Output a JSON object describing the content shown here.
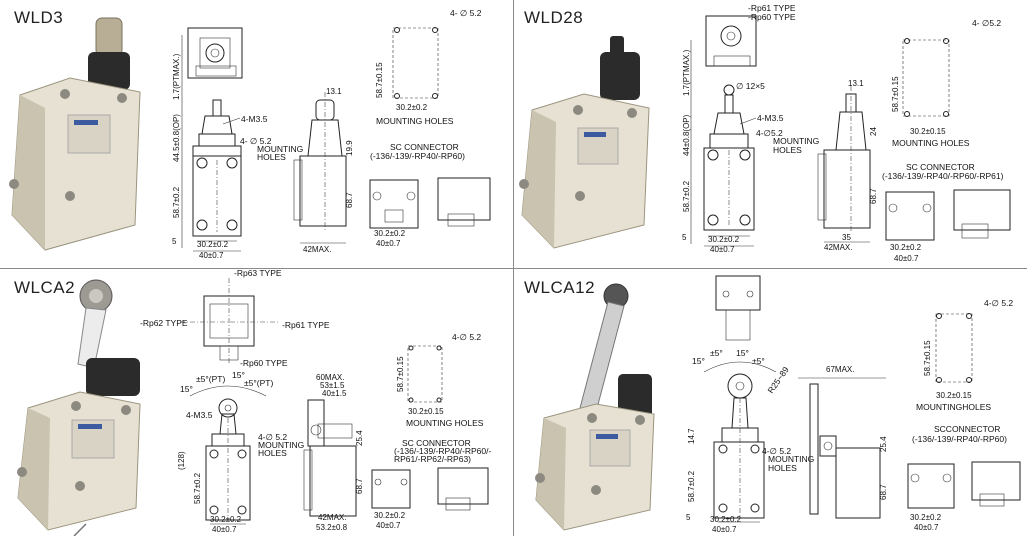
{
  "quadrants": {
    "wld3": {
      "title": "WLD3",
      "mounting_holes": "MOUNTING HOLES",
      "screw_note": "4-M3.5",
      "hole_note_1": "4- ∅ 5.2",
      "hole_note_2": "MOUNTING",
      "hole_note_3": "HOLES",
      "connector_1": "SC CONNECTOR",
      "connector_2": "(-136/-139/-RP40/-RP60)",
      "dims": {
        "pt": "1.7(PTMAX.)",
        "op": "44.5±0.8(OP)",
        "body_h": "58.7±0.2",
        "five": "5",
        "w30": "30.2±0.2",
        "w40": "40±0.7",
        "d42": "42MAX.",
        "d131": "13.1",
        "h199": "19.9",
        "h687": "68.7",
        "mh_hole": "4- ∅ 5.2",
        "mh_h": "58.7±0.15",
        "mh_w": "30.2±0.2",
        "sc_w30": "30.2±0.2",
        "sc_w40": "40±0.7"
      }
    },
    "wld28": {
      "title": "WLD28",
      "type_1": "-Rp61 TYPE",
      "type_2": "-Rp60 TYPE",
      "roller": "∅ 12×5",
      "screw_note": "4-M3.5",
      "hole_note_1": "4-∅5.2",
      "hole_note_2": "MOUNTING",
      "hole_note_3": "HOLES",
      "mounting_holes": "MOUNTING HOLES",
      "connector_1": "SC CONNECTOR",
      "connector_2": "(-136/-139/-RP40/-RP60/-RP61)",
      "dims": {
        "pt": "1.7(PTMAX.)",
        "op": "44±0.8(OP)",
        "body_h": "58.7±0.2",
        "five": "5",
        "w30": "30.2±0.2",
        "w40": "40±0.7",
        "d131": "13.1",
        "h24": "24",
        "h687": "68.7",
        "d35": "35",
        "d42": "42MAX.",
        "mh_hole": "4- ∅5.2",
        "mh_h": "58.7±0.15",
        "mh_w": "30.2±0.15",
        "sc_w30": "30.2±0.2",
        "sc_w40": "40±0.7"
      }
    },
    "wlca2": {
      "title": "WLCA2",
      "type_rp63": "-Rp63 TYPE",
      "type_rp62": "-Rp62 TYPE",
      "type_rp61": "-Rp61 TYPE",
      "type_rp60": "-Rp60 TYPE",
      "angle_15a": "15°",
      "angle_5a": "±5°(PT)",
      "angle_15b": "15°",
      "angle_5b": "±5°(PT)",
      "screw_note": "4-M3.5",
      "hole_note_1": "4-∅ 5.2",
      "hole_note_2": "MOUNTING",
      "hole_note_3": "HOLES",
      "mounting_holes": "MOUNTING HOLES",
      "connector_1": "SC CONNECTOR",
      "connector_2": "(-136/-139/-RP40/-RP60/-",
      "connector_3": "RP61/-RP62/-RP63)",
      "dims": {
        "d60": "60MAX.",
        "d531": "53±1.5",
        "d40": "40±1.5",
        "h254": "25.4",
        "h687": "68.7",
        "h128": "(128)",
        "body_h": "58.7±0.2",
        "w30": "30.2±0.2",
        "w40": "40±0.7",
        "d42": "42MAX.",
        "d532": "53.2±0.8",
        "mh_hole": "4-∅ 5.2",
        "mh_h": "58.7±0.15",
        "mh_w": "30.2±0.15",
        "sc_w30": "30.2±0.2",
        "sc_w40": "40±0.7"
      }
    },
    "wlca12": {
      "title": "WLCA12",
      "angle_15a": "15°",
      "angle_5a": "±5°",
      "angle_15b": "15°",
      "angle_5b": "±5°",
      "r_note": "R25~89",
      "hole_note_1": "4-∅ 5.2",
      "hole_note_2": "MOUNTING",
      "hole_note_3": "HOLES",
      "mounting_holes": "MOUNTINGHOLES",
      "connector_1": "SCCONNECTOR",
      "connector_2": "(-136/-139/-RP40/-RP60)",
      "dims": {
        "d67": "67MAX.",
        "h147": "14.7",
        "body_h": "58.7±0.2",
        "five": "5",
        "w30": "30.2±0.2",
        "w40": "40±0.7",
        "h254": "25.4",
        "h687": "68.7",
        "mh_hole": "4-∅ 5.2",
        "mh_h": "58.7±0.15",
        "mh_w": "30.2±0.15",
        "sc_w30": "30.2±0.2",
        "sc_w40": "40±0.7"
      }
    }
  },
  "colors": {
    "housing": "#e6e1d2",
    "housing_shade": "#c9c3b0",
    "actuator_dark": "#2b2b2b",
    "metal": "#b9b6ad",
    "divider": "#8a8a8a",
    "line": "#222222"
  }
}
